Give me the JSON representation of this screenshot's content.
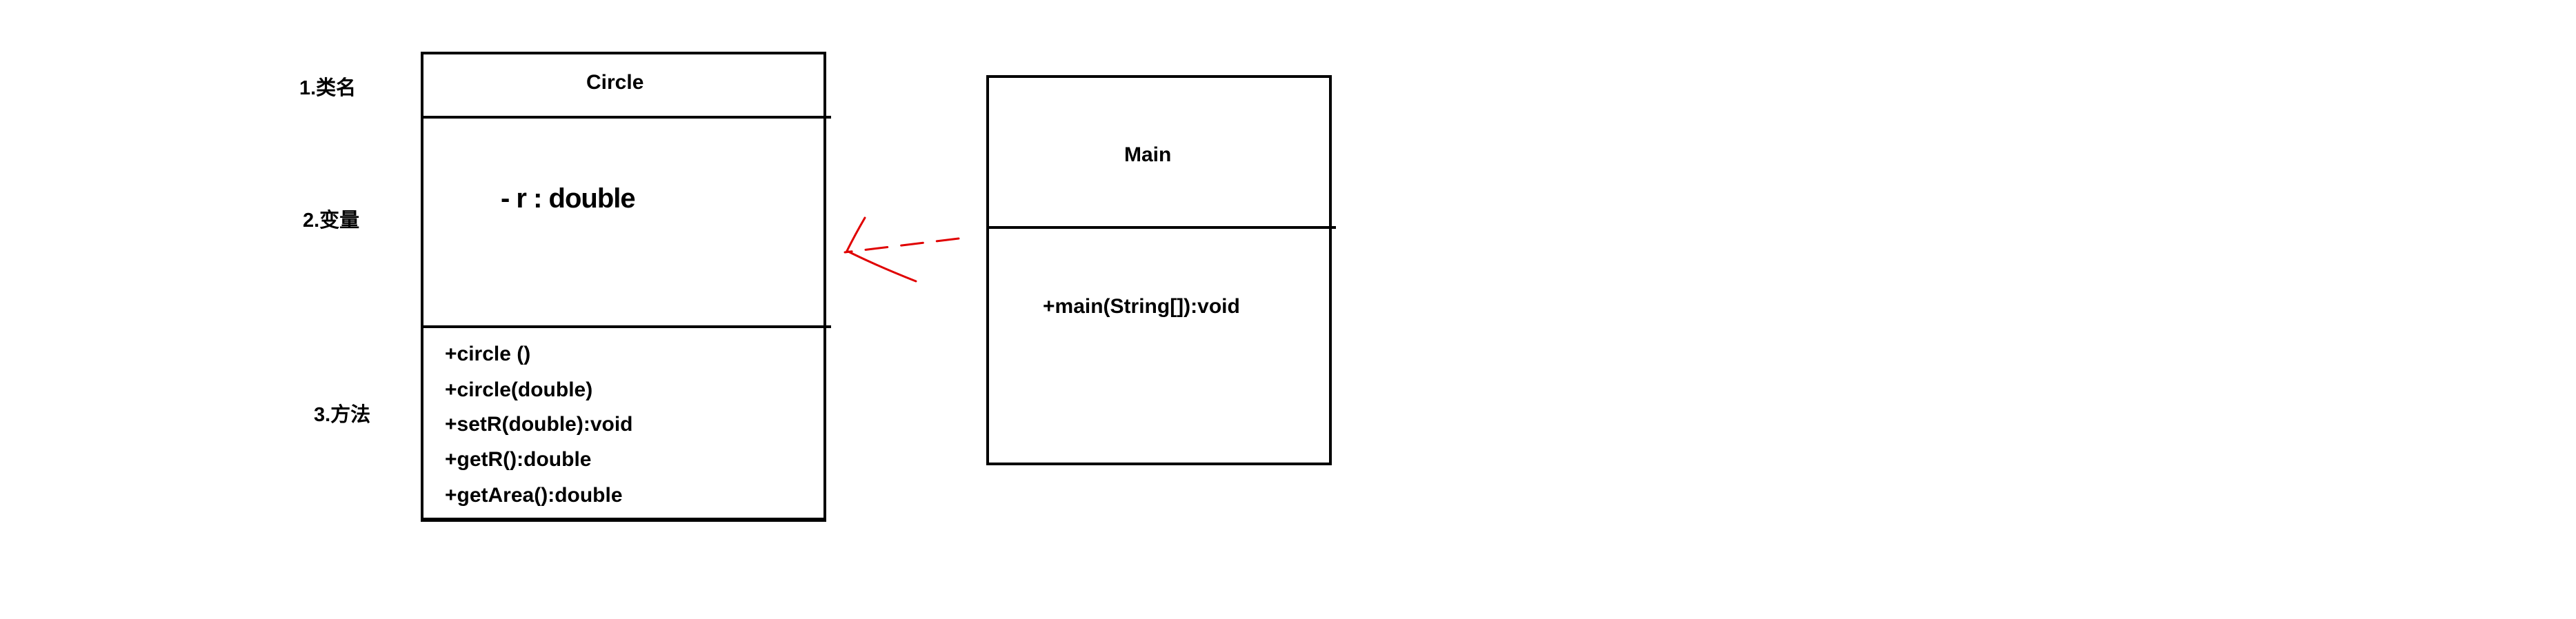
{
  "section_labels": {
    "class_name": "1.类名",
    "variables": "2.变量",
    "methods": "3.方法"
  },
  "circle_class": {
    "name": "Circle",
    "attributes": [
      "-  r : double"
    ],
    "methods": [
      "+circle ()",
      "+circle(double)",
      "+setR(double):void",
      "+getR():double",
      "+getArea():double"
    ]
  },
  "main_class": {
    "name": "Main",
    "methods": [
      "+main(String[]):void"
    ]
  },
  "arrow_color": "#e00000"
}
